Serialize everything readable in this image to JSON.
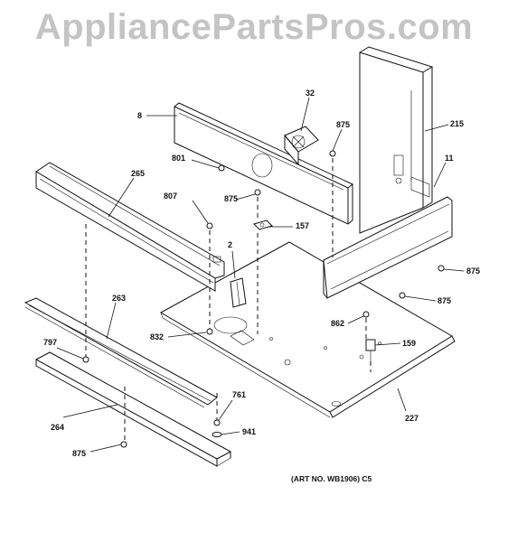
{
  "watermark": "AppliancePartsPros.com",
  "art_number": "(ART NO. WB1906) C5",
  "callouts": {
    "c8": "8",
    "c32": "32",
    "c875a": "875",
    "c215": "215",
    "c801": "801",
    "c11": "11",
    "c265": "265",
    "c807": "807",
    "c875b": "875",
    "c157": "157",
    "c2": "2",
    "c875c": "875",
    "c875d": "875",
    "c263": "263",
    "c862": "862",
    "c832": "832",
    "c797": "797",
    "c159": "159",
    "c761": "761",
    "c227": "227",
    "c941": "941",
    "c264": "264",
    "c875e": "875"
  }
}
